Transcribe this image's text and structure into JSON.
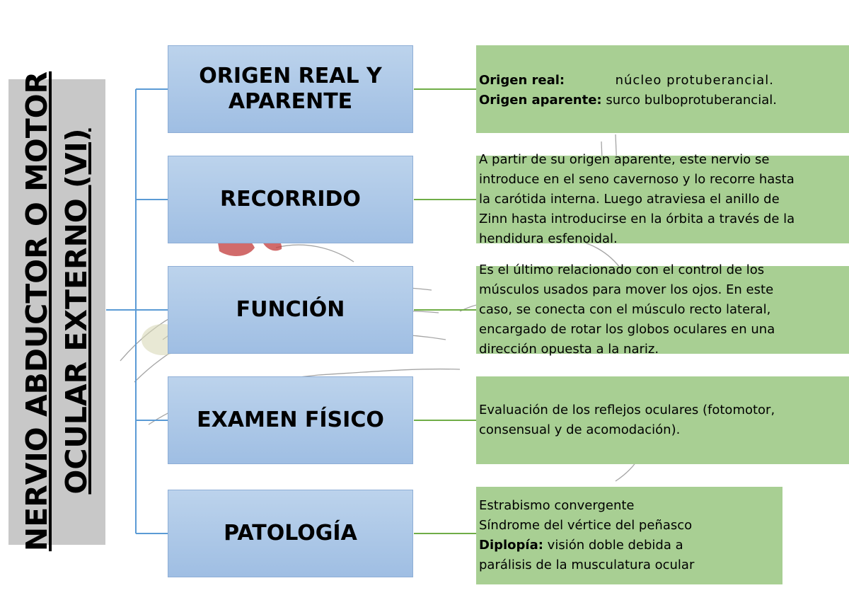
{
  "title": {
    "line1": "NERVIO ABDUCTOR O MOTOR",
    "line2": "OCULAR EXTERNO (VI)"
  },
  "categories": [
    {
      "label_line1": "ORIGEN REAL Y",
      "label_line2": "APARENTE"
    },
    {
      "label_line1": "RECORRIDO",
      "label_line2": ""
    },
    {
      "label_line1": "FUNCIÓN",
      "label_line2": ""
    },
    {
      "label_line1": "EXAMEN FÍSICO",
      "label_line2": ""
    },
    {
      "label_line1": "PATOLOGÍA",
      "label_line2": ""
    }
  ],
  "descriptions": {
    "origen": {
      "real_label": "Origen real:",
      "real_value": "núcleo protuberancial.",
      "aparente_label": "Origen aparente:",
      "aparente_value": "surco bulboprotuberancial."
    },
    "recorrido": {
      "line1": "A partir de su origen aparente, este nervio se",
      "line2": "introduce en el seno cavernoso y lo recorre hasta",
      "line3": "la carótida interna. Luego atraviesa el anillo de",
      "line4": "Zinn hasta introducirse en la órbita a través de la",
      "line5": "hendidura esfenoidal."
    },
    "funcion": {
      "line1": "Es el último relacionado con el control de los",
      "line2": "músculos usados para mover los ojos. En este",
      "line3": "caso, se conecta con el músculo recto lateral,",
      "line4": "encargado de rotar los globos oculares en una",
      "line5": "dirección opuesta a la nariz."
    },
    "examen": {
      "line1": "Evaluación de los reflejos oculares (fotomotor,",
      "line2": "consensual y de acomodación)."
    },
    "patologia": {
      "line1": "Estrabismo convergente",
      "line2": "Síndrome del vértice del peñasco",
      "diplopia_label": "Diplopía:",
      "diplopia_value": "visión doble debida a",
      "line4": "parálisis de la musculatura ocular"
    }
  },
  "colors": {
    "category_fill": "#a7c3e6",
    "description_fill": "#a8cf93",
    "title_fill": "#c8c8c8",
    "connector_blue": "#5b9bd5",
    "connector_green": "#70ad47"
  }
}
